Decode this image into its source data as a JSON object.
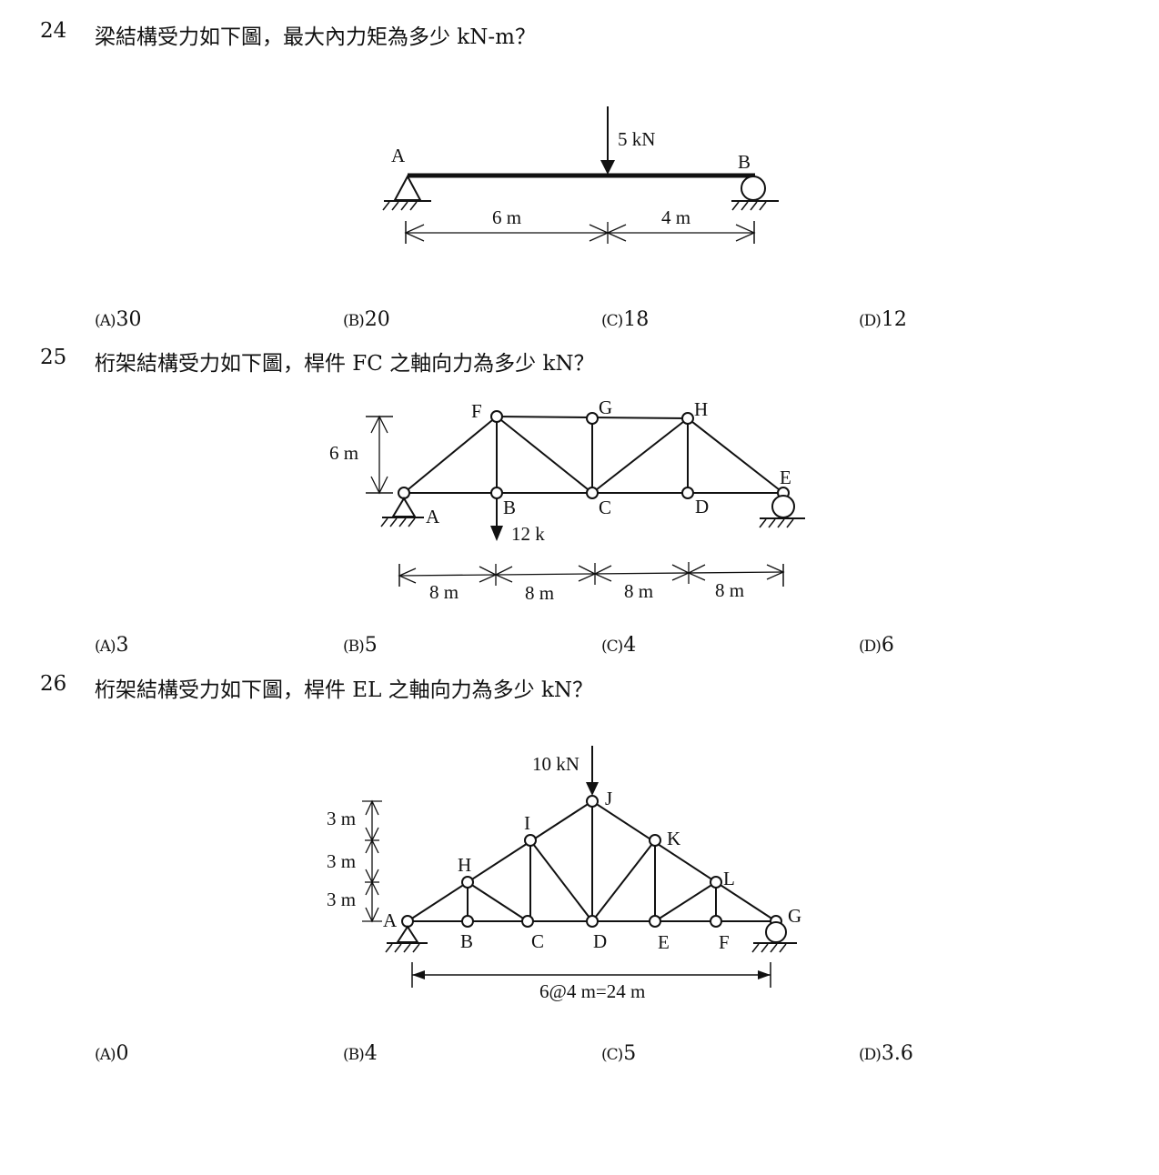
{
  "questions": [
    {
      "number": "24",
      "text": "梁結構受力如下圖，最大內力矩為多少 kN-m？",
      "figure": {
        "load": "5 kN",
        "point_a": "A",
        "point_b": "B",
        "span_left": "6 m",
        "span_right": "4 m"
      },
      "options": [
        {
          "label": "(A)",
          "value": "30"
        },
        {
          "label": "(B)",
          "value": "20"
        },
        {
          "label": "(C)",
          "value": "18"
        },
        {
          "label": "(D)",
          "value": "12"
        }
      ]
    },
    {
      "number": "25",
      "text": "桁架結構受力如下圖，桿件 FC 之軸向力為多少 kN？",
      "figure": {
        "nodes": [
          "A",
          "B",
          "C",
          "D",
          "E",
          "F",
          "G",
          "H"
        ],
        "height": "6 m",
        "load": "12 k",
        "spans": [
          "8 m",
          "8 m",
          "8 m",
          "8 m"
        ]
      },
      "options": [
        {
          "label": "(A)",
          "value": "3"
        },
        {
          "label": "(B)",
          "value": "5"
        },
        {
          "label": "(C)",
          "value": "4"
        },
        {
          "label": "(D)",
          "value": "6"
        }
      ]
    },
    {
      "number": "26",
      "text": "桁架結構受力如下圖，桿件 EL 之軸向力為多少 kN？",
      "figure": {
        "nodes": [
          "A",
          "B",
          "C",
          "D",
          "E",
          "F",
          "G",
          "H",
          "I",
          "J",
          "K",
          "L"
        ],
        "heights": [
          "3 m",
          "3 m",
          "3 m"
        ],
        "load": "10 kN",
        "span": "6@4 m=24 m"
      },
      "options": [
        {
          "label": "(A)",
          "value": "0"
        },
        {
          "label": "(B)",
          "value": "4"
        },
        {
          "label": "(C)",
          "value": "5"
        },
        {
          "label": "(D)",
          "value": "3.6"
        }
      ]
    }
  ]
}
